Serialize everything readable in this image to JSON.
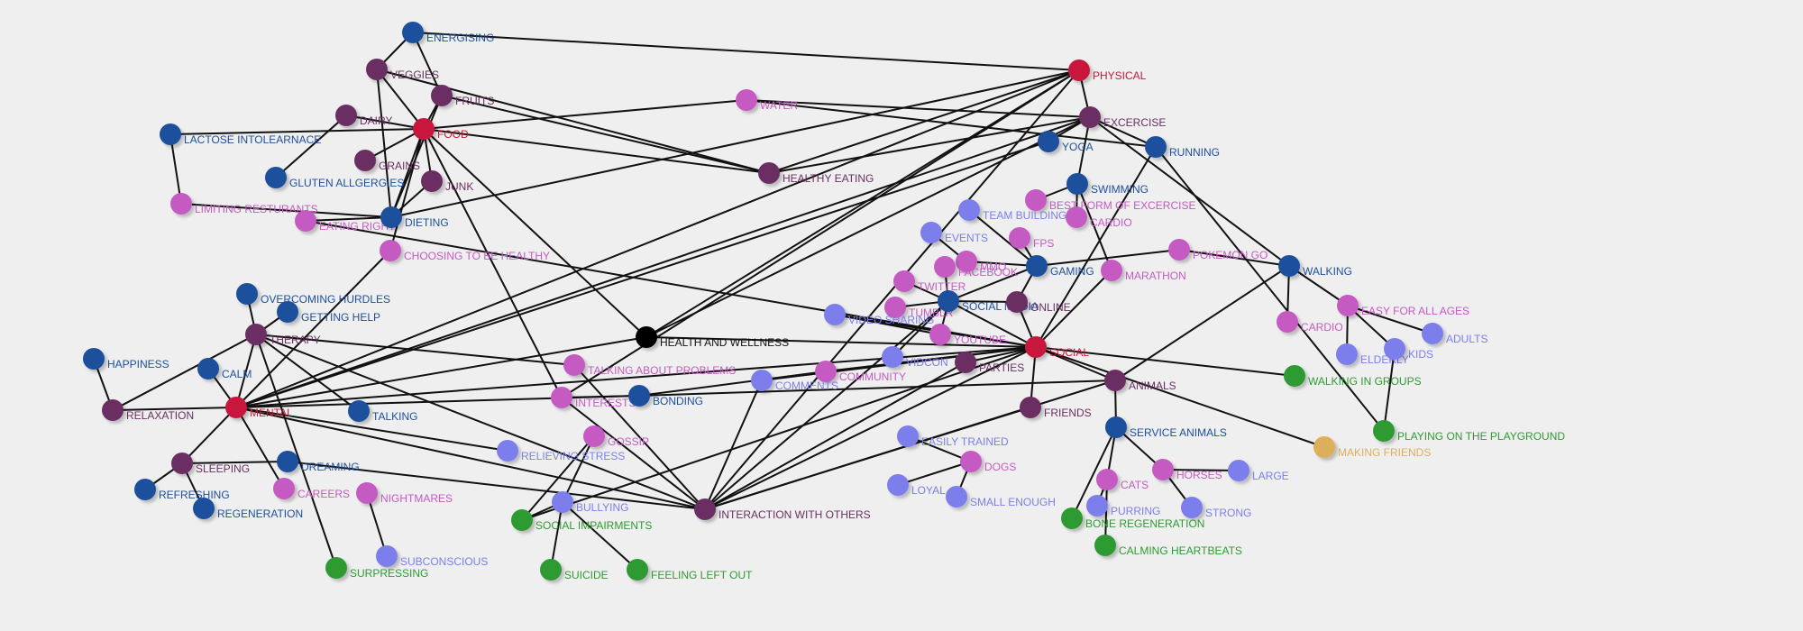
{
  "colors": {
    "crimson": "#c8193c",
    "plum": "#6a2f62",
    "navy": "#1c4f9c",
    "orchid": "#c45ac2",
    "periwinkle": "#7b7eec",
    "green": "#2f9a32",
    "gold": "#ddaf5a",
    "black": "#050505",
    "edge": "#111111"
  },
  "node_types": {
    "crimson": "category hub",
    "plum": "subtopic",
    "navy": "subtopic",
    "orchid": "subtopic",
    "periwinkle": "subtopic",
    "green": "subtopic",
    "gold": "subtopic",
    "black": "root"
  },
  "nodes": [
    {
      "id": "hw",
      "label": "HEALTH AND WELLNESS",
      "color": "black"
    },
    {
      "id": "physical",
      "label": "PHYSICAL",
      "color": "crimson"
    },
    {
      "id": "food",
      "label": "FOOD",
      "color": "crimson"
    },
    {
      "id": "mental",
      "label": "MENTAL",
      "color": "crimson"
    },
    {
      "id": "social",
      "label": "SOCIAL",
      "color": "crimson"
    },
    {
      "id": "energising",
      "label": "ENERGISING",
      "color": "navy"
    },
    {
      "id": "veggies",
      "label": "VEGGIES",
      "color": "plum"
    },
    {
      "id": "fruits",
      "label": "FRUITS",
      "color": "plum"
    },
    {
      "id": "dairy",
      "label": "DAIRY",
      "color": "plum"
    },
    {
      "id": "grains",
      "label": "GRAINS",
      "color": "plum"
    },
    {
      "id": "junk",
      "label": "JUNK",
      "color": "plum"
    },
    {
      "id": "lactose",
      "label": "LACTOSE INTOLEARNACE",
      "color": "navy"
    },
    {
      "id": "gluten",
      "label": "GLUTEN ALLGERGIES",
      "color": "navy"
    },
    {
      "id": "limiting",
      "label": "LIMITING RESTURANTS",
      "color": "orchid"
    },
    {
      "id": "eatingright",
      "label": "EATING RIGHT",
      "color": "orchid"
    },
    {
      "id": "dieting",
      "label": "DIETING",
      "color": "navy"
    },
    {
      "id": "choosing",
      "label": "CHOOSING TO BE HEALTHY",
      "color": "orchid"
    },
    {
      "id": "water",
      "label": "WATER",
      "color": "orchid"
    },
    {
      "id": "healthyeating",
      "label": "HEALTHY EATING",
      "color": "plum"
    },
    {
      "id": "excercise",
      "label": "EXCERCISE",
      "color": "plum"
    },
    {
      "id": "yoga",
      "label": "YOGA",
      "color": "navy"
    },
    {
      "id": "running",
      "label": "RUNNING",
      "color": "navy"
    },
    {
      "id": "swimming",
      "label": "SWIMMING",
      "color": "navy"
    },
    {
      "id": "bestform",
      "label": "BEST FORM OF EXCERCISE",
      "color": "orchid"
    },
    {
      "id": "cardio1",
      "label": "CARDIO",
      "color": "orchid"
    },
    {
      "id": "teambuilding",
      "label": "TEAM BUILDING",
      "color": "periwinkle"
    },
    {
      "id": "events",
      "label": "EVENTS",
      "color": "periwinkle"
    },
    {
      "id": "fps",
      "label": "FPS",
      "color": "orchid"
    },
    {
      "id": "mmo",
      "label": "MMO",
      "color": "orchid"
    },
    {
      "id": "facebook",
      "label": "FACEBOOK",
      "color": "orchid"
    },
    {
      "id": "gaming",
      "label": "GAMING",
      "color": "navy"
    },
    {
      "id": "twitter",
      "label": "TWITTER",
      "color": "orchid"
    },
    {
      "id": "tumblr",
      "label": "TUMBLR",
      "color": "orchid"
    },
    {
      "id": "socialmedia",
      "label": "SOCIAL MEDIA",
      "color": "navy"
    },
    {
      "id": "online",
      "label": "ONLINE",
      "color": "plum"
    },
    {
      "id": "marathon",
      "label": "MARATHON",
      "color": "orchid"
    },
    {
      "id": "pokemon",
      "label": "POKEMON GO",
      "color": "orchid"
    },
    {
      "id": "walking",
      "label": "WALKING",
      "color": "navy"
    },
    {
      "id": "videosharing",
      "label": "VIDEO SHARING",
      "color": "periwinkle"
    },
    {
      "id": "youtube",
      "label": "YOUTUBE",
      "color": "orchid"
    },
    {
      "id": "vidcon",
      "label": "VIDCON",
      "color": "periwinkle"
    },
    {
      "id": "parties",
      "label": "PARTIES",
      "color": "plum"
    },
    {
      "id": "easyforall",
      "label": "EASY FOR ALL AGES",
      "color": "orchid"
    },
    {
      "id": "cardio2",
      "label": "CARDIO",
      "color": "orchid"
    },
    {
      "id": "adults",
      "label": "ADULTS",
      "color": "periwinkle"
    },
    {
      "id": "elderly",
      "label": "ELDERLY",
      "color": "periwinkle"
    },
    {
      "id": "kids",
      "label": "KIDS",
      "color": "periwinkle"
    },
    {
      "id": "walkinggroups",
      "label": "WALKING IN GROUPS",
      "color": "green"
    },
    {
      "id": "animals",
      "label": "ANIMALS",
      "color": "plum"
    },
    {
      "id": "community",
      "label": "COMMUNITY",
      "color": "orchid"
    },
    {
      "id": "comments",
      "label": "COMMENTS",
      "color": "periwinkle"
    },
    {
      "id": "friends",
      "label": "FRIENDS",
      "color": "plum"
    },
    {
      "id": "serviceanimals",
      "label": "SERVICE ANIMALS",
      "color": "navy"
    },
    {
      "id": "makingfriends",
      "label": "MAKING FRIENDS",
      "color": "gold"
    },
    {
      "id": "playground",
      "label": "PLAYING ON THE PLAYGROUND",
      "color": "green"
    },
    {
      "id": "easilytrained",
      "label": "EASILY TRAINED",
      "color": "periwinkle"
    },
    {
      "id": "dogs",
      "label": "DOGS",
      "color": "orchid"
    },
    {
      "id": "loyal",
      "label": "LOYAL",
      "color": "periwinkle"
    },
    {
      "id": "smallenough",
      "label": "SMALL ENOUGH",
      "color": "periwinkle"
    },
    {
      "id": "cats",
      "label": "CATS",
      "color": "orchid"
    },
    {
      "id": "horses",
      "label": "HORSES",
      "color": "orchid"
    },
    {
      "id": "large",
      "label": "LARGE",
      "color": "periwinkle"
    },
    {
      "id": "purring",
      "label": "PURRING",
      "color": "periwinkle"
    },
    {
      "id": "strong",
      "label": "STRONG",
      "color": "periwinkle"
    },
    {
      "id": "boneregen",
      "label": "BONE REGENERATION",
      "color": "green"
    },
    {
      "id": "calming",
      "label": "CALMING HEARTBEATS",
      "color": "green"
    },
    {
      "id": "overcoming",
      "label": "OVERCOMING HURDLES",
      "color": "navy"
    },
    {
      "id": "gettinghelp",
      "label": "GETTING HELP",
      "color": "navy"
    },
    {
      "id": "therapy",
      "label": "THERAPY",
      "color": "plum"
    },
    {
      "id": "happiness",
      "label": "HAPPINESS",
      "color": "navy"
    },
    {
      "id": "calm",
      "label": "CALM",
      "color": "navy"
    },
    {
      "id": "relaxation",
      "label": "RELAXATION",
      "color": "plum"
    },
    {
      "id": "talking",
      "label": "TALKING",
      "color": "navy"
    },
    {
      "id": "talkingproblems",
      "label": "TALKING ABOUT PROBLEMS",
      "color": "orchid"
    },
    {
      "id": "interests",
      "label": "INTERESTS",
      "color": "orchid"
    },
    {
      "id": "bonding",
      "label": "BONDING",
      "color": "navy"
    },
    {
      "id": "gossip",
      "label": "GOSSIP",
      "color": "orchid"
    },
    {
      "id": "relieving",
      "label": "RELIEVING STRESS",
      "color": "periwinkle"
    },
    {
      "id": "sleeping",
      "label": "SLEEPING",
      "color": "plum"
    },
    {
      "id": "dreaming",
      "label": "DREAMING",
      "color": "navy"
    },
    {
      "id": "refreshing",
      "label": "REFRESHING",
      "color": "navy"
    },
    {
      "id": "regeneration",
      "label": "REGENERATION",
      "color": "navy"
    },
    {
      "id": "careers",
      "label": "CAREERS",
      "color": "orchid"
    },
    {
      "id": "nightmares",
      "label": "NIGHTMARES",
      "color": "orchid"
    },
    {
      "id": "subconscious",
      "label": "SUBCONSCIOUS",
      "color": "periwinkle"
    },
    {
      "id": "surpressing",
      "label": "SURPRESSING",
      "color": "green"
    },
    {
      "id": "bullying",
      "label": "BULLYING",
      "color": "periwinkle"
    },
    {
      "id": "socialimp",
      "label": "SOCIAL IMPAIRMENTS",
      "color": "green"
    },
    {
      "id": "suicide",
      "label": "SUICIDE",
      "color": "green"
    },
    {
      "id": "leftout",
      "label": "FEELING LEFT OUT",
      "color": "green"
    },
    {
      "id": "interaction",
      "label": "INTERACTION WITH OTHERS",
      "color": "plum"
    }
  ],
  "edges": [
    [
      "energising",
      "physical"
    ],
    [
      "energising",
      "veggies"
    ],
    [
      "energising",
      "fruits"
    ],
    [
      "veggies",
      "food"
    ],
    [
      "veggies",
      "healthyeating"
    ],
    [
      "veggies",
      "dieting"
    ],
    [
      "fruits",
      "food"
    ],
    [
      "fruits",
      "healthyeating"
    ],
    [
      "fruits",
      "dieting"
    ],
    [
      "dairy",
      "food"
    ],
    [
      "dairy",
      "gluten"
    ],
    [
      "grains",
      "food"
    ],
    [
      "junk",
      "food"
    ],
    [
      "junk",
      "dieting"
    ],
    [
      "lactose",
      "food"
    ],
    [
      "lactose",
      "limiting"
    ],
    [
      "limiting",
      "dieting"
    ],
    [
      "eatingright",
      "dieting"
    ],
    [
      "eatingright",
      "social"
    ],
    [
      "food",
      "dieting"
    ],
    [
      "food",
      "choosing"
    ],
    [
      "food",
      "water"
    ],
    [
      "food",
      "healthyeating"
    ],
    [
      "food",
      "hw"
    ],
    [
      "food",
      "interests"
    ],
    [
      "choosing",
      "mental"
    ],
    [
      "water",
      "excercise"
    ],
    [
      "water",
      "running"
    ],
    [
      "healthyeating",
      "physical"
    ],
    [
      "healthyeating",
      "excercise"
    ],
    [
      "physical",
      "excercise"
    ],
    [
      "physical",
      "hw"
    ],
    [
      "physical",
      "mental"
    ],
    [
      "physical",
      "interests"
    ],
    [
      "physical",
      "interaction"
    ],
    [
      "physical",
      "dieting"
    ],
    [
      "excercise",
      "yoga"
    ],
    [
      "excercise",
      "running"
    ],
    [
      "excercise",
      "swimming"
    ],
    [
      "excercise",
      "walking"
    ],
    [
      "excercise",
      "hw"
    ],
    [
      "excercise",
      "mental"
    ],
    [
      "yoga",
      "mental"
    ],
    [
      "running",
      "social"
    ],
    [
      "running",
      "playground"
    ],
    [
      "swimming",
      "bestform"
    ],
    [
      "swimming",
      "cardio1"
    ],
    [
      "swimming",
      "marathon"
    ],
    [
      "marathon",
      "social"
    ],
    [
      "pokemon",
      "gaming"
    ],
    [
      "pokemon",
      "walking"
    ],
    [
      "walking",
      "cardio2"
    ],
    [
      "walking",
      "easyforall"
    ],
    [
      "walking",
      "animals"
    ],
    [
      "easyforall",
      "adults"
    ],
    [
      "easyforall",
      "elderly"
    ],
    [
      "easyforall",
      "kids"
    ],
    [
      "kids",
      "playground"
    ],
    [
      "teambuilding",
      "gaming"
    ],
    [
      "events",
      "mmo"
    ],
    [
      "fps",
      "gaming"
    ],
    [
      "mmo",
      "gaming"
    ],
    [
      "gaming",
      "online"
    ],
    [
      "gaming",
      "socialmedia"
    ],
    [
      "facebook",
      "socialmedia"
    ],
    [
      "twitter",
      "socialmedia"
    ],
    [
      "tumblr",
      "socialmedia"
    ],
    [
      "socialmedia",
      "youtube"
    ],
    [
      "socialmedia",
      "vidcon"
    ],
    [
      "socialmedia",
      "online"
    ],
    [
      "socialmedia",
      "social"
    ],
    [
      "socialmedia",
      "interaction"
    ],
    [
      "youtube",
      "videosharing"
    ],
    [
      "online",
      "social"
    ],
    [
      "social",
      "parties"
    ],
    [
      "social",
      "animals"
    ],
    [
      "social",
      "friends"
    ],
    [
      "social",
      "community"
    ],
    [
      "social",
      "comments"
    ],
    [
      "social",
      "walkinggroups"
    ],
    [
      "social",
      "makingfriends"
    ],
    [
      "social",
      "interaction"
    ],
    [
      "social",
      "hw"
    ],
    [
      "social",
      "mental"
    ],
    [
      "social",
      "videosharing"
    ],
    [
      "parties",
      "interaction"
    ],
    [
      "friends",
      "interaction"
    ],
    [
      "animals",
      "serviceanimals"
    ],
    [
      "animals",
      "bonding"
    ],
    [
      "animals",
      "interaction"
    ],
    [
      "community",
      "bonding"
    ],
    [
      "comments",
      "interaction"
    ],
    [
      "serviceanimals",
      "cats"
    ],
    [
      "serviceanimals",
      "horses"
    ],
    [
      "serviceanimals",
      "boneregen"
    ],
    [
      "easilytrained",
      "dogs"
    ],
    [
      "dogs",
      "loyal"
    ],
    [
      "dogs",
      "smallenough"
    ],
    [
      "cats",
      "purring"
    ],
    [
      "cats",
      "calming"
    ],
    [
      "horses",
      "large"
    ],
    [
      "horses",
      "strong"
    ],
    [
      "overcoming",
      "therapy"
    ],
    [
      "gettinghelp",
      "therapy"
    ],
    [
      "therapy",
      "talking"
    ],
    [
      "therapy",
      "talkingproblems"
    ],
    [
      "therapy",
      "mental"
    ],
    [
      "therapy",
      "interaction"
    ],
    [
      "therapy",
      "relaxation"
    ],
    [
      "therapy",
      "surpressing"
    ],
    [
      "happiness",
      "relaxation"
    ],
    [
      "calm",
      "mental"
    ],
    [
      "relaxation",
      "mental"
    ],
    [
      "mental",
      "sleeping"
    ],
    [
      "mental",
      "interaction"
    ],
    [
      "mental",
      "relieving"
    ],
    [
      "mental",
      "bonding"
    ],
    [
      "mental",
      "careers"
    ],
    [
      "mental",
      "hw"
    ],
    [
      "sleeping",
      "refreshing"
    ],
    [
      "sleeping",
      "regeneration"
    ],
    [
      "sleeping",
      "dreaming"
    ],
    [
      "dreaming",
      "interaction"
    ],
    [
      "nightmares",
      "subconscious"
    ],
    [
      "talkingproblems",
      "interaction"
    ],
    [
      "interests",
      "bonding"
    ],
    [
      "interests",
      "interaction"
    ],
    [
      "gossip",
      "bullying"
    ],
    [
      "gossip",
      "socialimp"
    ],
    [
      "bullying",
      "suicide"
    ],
    [
      "bullying",
      "leftout"
    ],
    [
      "bullying",
      "socialimp"
    ],
    [
      "socialimp",
      "social"
    ]
  ]
}
